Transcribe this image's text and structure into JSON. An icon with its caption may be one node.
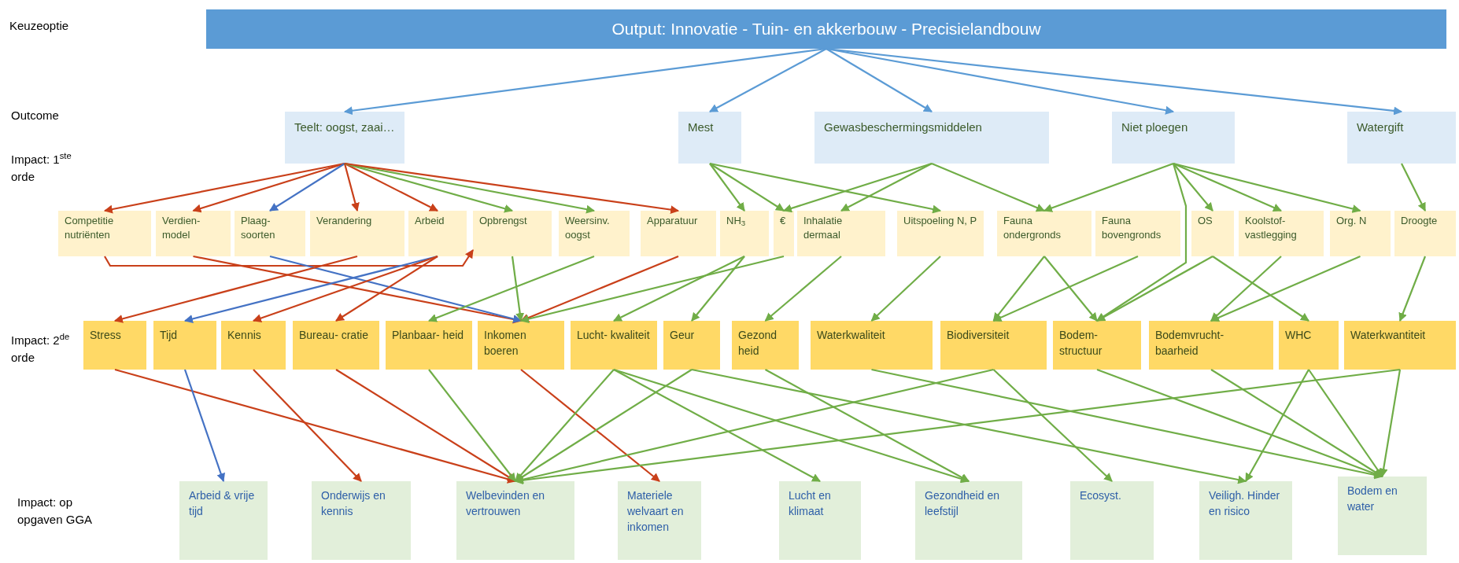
{
  "diagram": {
    "nodes": [
      {
        "text": [
          "Output: Innovatie - Tuin- en akkerbouw - Precisielandbouw"
        ]
      },
      {
        "text": [
          "Teelt: oogst, zaai…"
        ]
      },
      {
        "text": [
          "Mest"
        ]
      },
      {
        "text": [
          "Gewasbeschermingsmiddelen"
        ]
      },
      {
        "text": [
          "Niet ploegen"
        ]
      },
      {
        "text": [
          "Watergift"
        ]
      },
      {
        "text": [
          "Competitie nutriënten"
        ]
      },
      {
        "text": [
          "Verdien- model"
        ]
      },
      {
        "text": [
          "Plaag- soorten"
        ]
      },
      {
        "text": [
          "Verandering"
        ]
      },
      {
        "text": [
          "Arbeid"
        ]
      },
      {
        "text": [
          "Opbrengst"
        ]
      },
      {
        "text": [
          "Weersinv. oogst"
        ]
      },
      {
        "text": [
          "Apparatuur"
        ]
      },
      {
        "text": [
          "NH$_{3}$"
        ]
      },
      {
        "text": [
          "€"
        ]
      },
      {
        "text": [
          "Inhalatie dermaal"
        ]
      },
      {
        "text": [
          "Uitspoeling N, P"
        ]
      },
      {
        "text": [
          "Fauna ondergronds"
        ]
      },
      {
        "text": [
          "Fauna bovengronds"
        ]
      },
      {
        "text": [
          "OS"
        ]
      },
      {
        "text": [
          "Koolstof- vastlegging"
        ]
      },
      {
        "text": [
          "Org. N"
        ]
      },
      {
        "text": [
          "Droogte"
        ]
      },
      {
        "text": [
          "Stress"
        ]
      },
      {
        "text": [
          "Tijd"
        ]
      },
      {
        "text": [
          "Kennis"
        ]
      },
      {
        "text": [
          "Bureau- cratie"
        ]
      },
      {
        "text": [
          "Planbaar- heid"
        ]
      },
      {
        "text": [
          "Inkomen boeren"
        ]
      },
      {
        "text": [
          "Lucht- kwaliteit"
        ]
      },
      {
        "text": [
          "Geur"
        ]
      },
      {
        "text": [
          "Gezond heid"
        ]
      },
      {
        "text": [
          "Waterkwaliteit"
        ]
      },
      {
        "text": [
          "Biodiversiteit"
        ]
      },
      {
        "text": [
          "Bodem- structuur"
        ]
      },
      {
        "text": [
          "Bodemvrucht- baarheid"
        ]
      },
      {
        "text": [
          "WHC"
        ]
      },
      {
        "text": [
          "Waterkwantiteit"
        ]
      },
      {
        "text": [
          "Arbeid & vrije tijd"
        ]
      },
      {
        "text": [
          "Onderwijs en kennis"
        ]
      },
      {
        "text": [
          "Welbevinden en vertrouwen"
        ]
      },
      {
        "text": [
          "Materiele welvaart en inkomen"
        ]
      },
      {
        "text": [
          "Lucht en klimaat"
        ]
      },
      {
        "text": [
          "Gezondheid en leefstijl"
        ]
      },
      {
        "text": [
          "Ecosyst."
        ]
      },
      {
        "text": [
          "Veiligh. Hinder en risico"
        ]
      },
      {
        "text": [
          "Bodem en water"
        ]
      }
    ],
    "edges": [
      {
        "from": 0,
        "to": 1,
        "arrow": "to",
        "color": "#5b9bd5"
      },
      {
        "from": 0,
        "to": 2,
        "arrow": "to",
        "color": "#5b9bd5"
      },
      {
        "from": 0,
        "to": 3,
        "arrow": "to",
        "color": "#5b9bd5"
      },
      {
        "from": 0,
        "to": 4,
        "arrow": "to",
        "color": "#5b9bd5"
      },
      {
        "from": 0,
        "to": 5,
        "arrow": "to",
        "color": "#5b9bd5"
      },
      {
        "from": 1,
        "to": 6,
        "arrow": "to",
        "color": "#c9401a"
      },
      {
        "from": 1,
        "to": 7,
        "arrow": "to",
        "color": "#c9401a"
      },
      {
        "from": 1,
        "to": 8,
        "arrow": "to",
        "color": "#4472c4"
      },
      {
        "from": 1,
        "to": 9,
        "arrow": "to",
        "color": "#c9401a"
      },
      {
        "from": 1,
        "to": 10,
        "arrow": "to",
        "color": "#c9401a"
      },
      {
        "from": 1,
        "to": 11,
        "arrow": "to"
      },
      {
        "from": 1,
        "to": 12,
        "arrow": "to"
      },
      {
        "from": 1,
        "to": 13,
        "arrow": "to",
        "color": "#c9401a"
      },
      {
        "from": 6,
        "to": 11,
        "arrow": "to",
        "color": "#c9401a"
      },
      {
        "from": 2,
        "to": 14,
        "arrow": "to"
      },
      {
        "from": 2,
        "to": 15,
        "arrow": "to"
      },
      {
        "from": 2,
        "to": 17,
        "arrow": "to"
      },
      {
        "from": 3,
        "to": 15,
        "arrow": "to"
      },
      {
        "from": 3,
        "to": 16,
        "arrow": "to"
      },
      {
        "from": 3,
        "to": 18,
        "arrow": "to"
      },
      {
        "from": 4,
        "to": 18,
        "arrow": "to"
      },
      {
        "from": 4,
        "to": 35,
        "arrow": "to"
      },
      {
        "from": 4,
        "to": 20,
        "arrow": "to"
      },
      {
        "from": 4,
        "to": 21,
        "arrow": "to"
      },
      {
        "from": 4,
        "to": 22,
        "arrow": "to"
      },
      {
        "from": 5,
        "to": 23,
        "arrow": "to"
      },
      {
        "from": 7,
        "to": 29,
        "arrow": "to",
        "color": "#c9401a"
      },
      {
        "from": 8,
        "to": 29,
        "arrow": "to",
        "color": "#4472c4"
      },
      {
        "from": 9,
        "to": 24,
        "arrow": "to",
        "color": "#c9401a"
      },
      {
        "from": 10,
        "to": 25,
        "arrow": "to",
        "color": "#4472c4"
      },
      {
        "from": 10,
        "to": 26,
        "arrow": "to",
        "color": "#c9401a"
      },
      {
        "from": 10,
        "to": 27,
        "arrow": "to",
        "color": "#c9401a"
      },
      {
        "from": 11,
        "to": 29,
        "arrow": "to"
      },
      {
        "from": 12,
        "to": 28,
        "arrow": "to"
      },
      {
        "from": 13,
        "to": 29,
        "arrow": "to",
        "color": "#c9401a"
      },
      {
        "from": 14,
        "to": 30,
        "arrow": "to"
      },
      {
        "from": 14,
        "to": 31,
        "arrow": "to"
      },
      {
        "from": 15,
        "to": 29,
        "arrow": "to"
      },
      {
        "from": 16,
        "to": 32,
        "arrow": "to"
      },
      {
        "from": 17,
        "to": 33,
        "arrow": "to"
      },
      {
        "from": 18,
        "to": 34,
        "arrow": "to"
      },
      {
        "from": 18,
        "to": 35,
        "arrow": "to"
      },
      {
        "from": 19,
        "to": 34,
        "arrow": "to"
      },
      {
        "from": 20,
        "to": 35,
        "arrow": "to"
      },
      {
        "from": 20,
        "to": 37,
        "arrow": "to"
      },
      {
        "from": 21,
        "to": 36,
        "arrow": "to"
      },
      {
        "from": 22,
        "to": 36,
        "arrow": "to"
      },
      {
        "from": 23,
        "to": 38,
        "arrow": "to"
      },
      {
        "from": 24,
        "to": 41,
        "arrow": "to",
        "color": "#c9401a"
      },
      {
        "from": 25,
        "to": 39,
        "arrow": "to",
        "color": "#4472c4"
      },
      {
        "from": 26,
        "to": 40,
        "arrow": "to",
        "color": "#c9401a"
      },
      {
        "from": 27,
        "to": 41,
        "arrow": "to",
        "color": "#c9401a"
      },
      {
        "from": 28,
        "to": 41,
        "arrow": "to"
      },
      {
        "from": 29,
        "to": 42,
        "arrow": "to",
        "color": "#c9401a"
      },
      {
        "from": 30,
        "to": 41,
        "arrow": "to"
      },
      {
        "from": 30,
        "to": 43,
        "arrow": "to"
      },
      {
        "from": 30,
        "to": 44,
        "arrow": "to"
      },
      {
        "from": 31,
        "to": 41,
        "arrow": "to"
      },
      {
        "from": 31,
        "to": 46,
        "arrow": "to"
      },
      {
        "from": 32,
        "to": 44,
        "arrow": "to"
      },
      {
        "from": 33,
        "to": 47,
        "arrow": "to"
      },
      {
        "from": 34,
        "to": 41,
        "arrow": "to"
      },
      {
        "from": 34,
        "to": 45,
        "arrow": "to"
      },
      {
        "from": 35,
        "to": 47,
        "arrow": "to"
      },
      {
        "from": 36,
        "to": 47,
        "arrow": "to"
      },
      {
        "from": 37,
        "to": 46,
        "arrow": "to"
      },
      {
        "from": 37,
        "to": 47,
        "arrow": "to"
      },
      {
        "from": 38,
        "to": 47,
        "arrow": "to"
      },
      {
        "from": 38,
        "to": 41,
        "arrow": "to"
      }
    ],
    "labels": [
      "Keuzeoptie",
      "Outcome",
      "Impact: 1$^{ste}$ orde",
      "Impact: 2$^{de}$ orde",
      "Impact: op opgaven GGA"
    ]
  }
}
